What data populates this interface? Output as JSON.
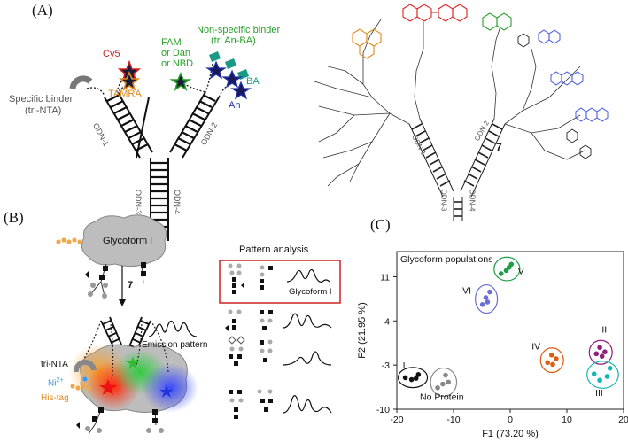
{
  "panels": {
    "a": "(A)",
    "b": "(B)",
    "c": "(C)"
  },
  "panel_a": {
    "specific_binder": "Specific binder",
    "specific_binder_sub": "(tri-NTA)",
    "cy5": "Cy5",
    "tamra": "TAMRA",
    "fam1": "FAM",
    "fam2": "or Dan",
    "fam3": "or NBD",
    "nonspecific1": "Non-specific binder",
    "nonspecific2": "(tri An-BA)",
    "ba": "BA",
    "an": "An",
    "odn1": "ODN-1",
    "odn2": "ODN-2",
    "odn3": "ODN-3",
    "odn4": "ODN-4",
    "compound": "7",
    "colors": {
      "cy5": "#cc2222",
      "tamra": "#e08a1e",
      "fam": "#2aa02a",
      "an": "#2233aa",
      "ba": "#1a9a86"
    }
  },
  "panel_b": {
    "glycoform": "Glycoform I",
    "compound": "7",
    "emission": "Emission pattern",
    "pattern_title": "Pattern analysis",
    "pattern_glycoform": "Glycoform I",
    "tri_nta": "tri-NTA",
    "ni": "Ni",
    "ni_sup": "2+",
    "his_tag": "His-tag"
  },
  "chart_data": {
    "type": "scatter",
    "title": "Glycoform populations",
    "xlabel": "F1 (73.20 %)",
    "ylabel": "F2 (21.95 %)",
    "xlim": [
      -20,
      20
    ],
    "ylim": [
      -10,
      15
    ],
    "xticks": [
      -20,
      -10,
      0,
      10,
      20
    ],
    "yticks": [
      -10,
      -3,
      4,
      11
    ],
    "groups": [
      {
        "name": "I",
        "color": "#111111",
        "points": [
          [
            -18.5,
            -5.0
          ],
          [
            -17.4,
            -5.3
          ],
          [
            -16.6,
            -5.1
          ],
          [
            -16.2,
            -4.5
          ]
        ]
      },
      {
        "name": "No Protein",
        "color": "#888888",
        "points": [
          [
            -12.8,
            -6.6
          ],
          [
            -11.9,
            -6.0
          ],
          [
            -11.4,
            -4.6
          ],
          [
            -10.9,
            -5.7
          ]
        ]
      },
      {
        "name": "VI",
        "color": "#6a6fd8",
        "points": [
          [
            -4.9,
            6.6
          ],
          [
            -4.3,
            7.7
          ],
          [
            -4.0,
            7.0
          ],
          [
            -3.6,
            8.6
          ]
        ]
      },
      {
        "name": "V",
        "color": "#1f9e49",
        "points": [
          [
            -1.6,
            11.5
          ],
          [
            -0.7,
            12.0
          ],
          [
            -0.2,
            12.5
          ],
          [
            0.2,
            13.0
          ]
        ]
      },
      {
        "name": "IV",
        "color": "#e05a10",
        "points": [
          [
            6.6,
            -2.6
          ],
          [
            7.3,
            -1.4
          ],
          [
            7.5,
            -2.9
          ],
          [
            8.1,
            -2.0
          ]
        ]
      },
      {
        "name": "II",
        "color": "#8e1f7a",
        "points": [
          [
            15.2,
            -1.2
          ],
          [
            15.8,
            -0.2
          ],
          [
            16.2,
            -1.6
          ],
          [
            16.7,
            -0.9
          ]
        ]
      },
      {
        "name": "III",
        "color": "#17b5b5",
        "points": [
          [
            14.8,
            -4.4
          ],
          [
            15.8,
            -5.4
          ],
          [
            17.1,
            -4.8
          ],
          [
            17.6,
            -3.5
          ]
        ]
      }
    ]
  }
}
